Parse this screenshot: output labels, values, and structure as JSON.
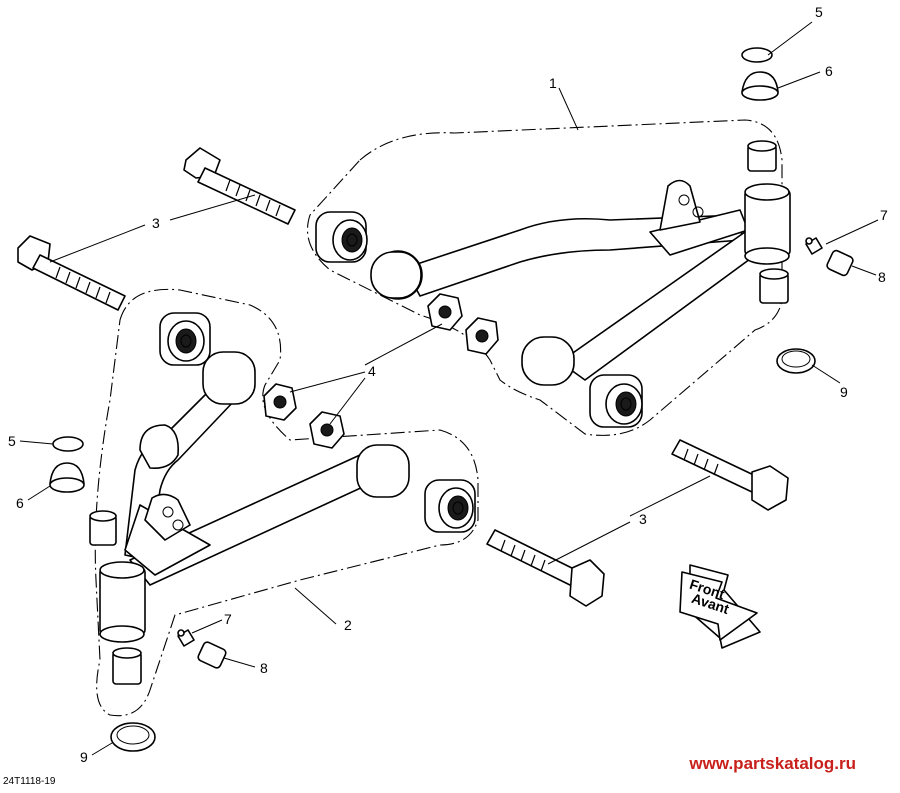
{
  "diagram": {
    "callouts": {
      "c1": "1",
      "c2": "2",
      "c3a": "3",
      "c3b": "3",
      "c4": "4",
      "c5a": "5",
      "c5b": "5",
      "c6a": "6",
      "c6b": "6",
      "c7a": "7",
      "c7b": "7",
      "c8a": "8",
      "c8b": "8",
      "c9a": "9",
      "c9b": "9"
    },
    "front_arrow": {
      "line1": "Front",
      "line2": "Avant"
    }
  },
  "footer": {
    "code": "24T1118-19",
    "watermark": "www.partskatalog.ru"
  }
}
